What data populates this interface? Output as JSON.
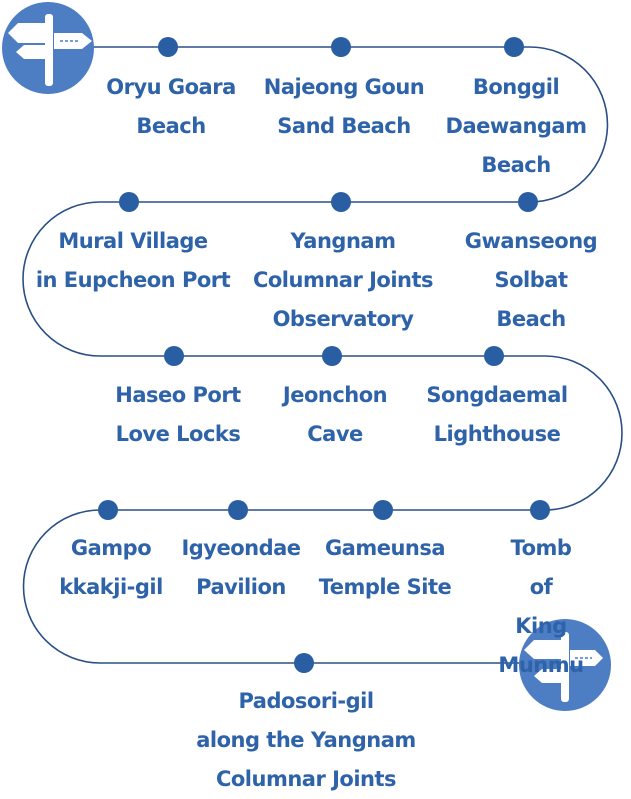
{
  "stops": [
    {
      "label": "Oryu Goara\nBeach"
    },
    {
      "label": "Najeong Goun\nSand Beach"
    },
    {
      "label": "Bonggil\nDaewangam\nBeach"
    },
    {
      "label": "Gwanseong\nSolbat Beach"
    },
    {
      "label": "Yangnam\nColumnar Joints\nObservatory"
    },
    {
      "label": "Mural Village\nin Eupcheon Port"
    },
    {
      "label": "Haseo Port\nLove Locks"
    },
    {
      "label": "Jeonchon\nCave"
    },
    {
      "label": "Songdaemal\nLighthouse"
    },
    {
      "label": "Tomb of\nKing Munmu"
    },
    {
      "label": "Gameunsa\nTemple Site"
    },
    {
      "label": "Igyeondae\nPavilion"
    },
    {
      "label": "Gampo\nkkakji-gil"
    },
    {
      "label": "Padosori-gil\nalong the Yangnam Columnar Joints"
    }
  ],
  "colors": {
    "route_line": "#2a4f86",
    "dot": "#2a5ea3",
    "text": "#2e63a9",
    "badge_fill": "#4d7dc3",
    "sign_fill": "#ffffff"
  },
  "icons": {
    "start": "signpost-icon",
    "end": "signpost-icon"
  }
}
